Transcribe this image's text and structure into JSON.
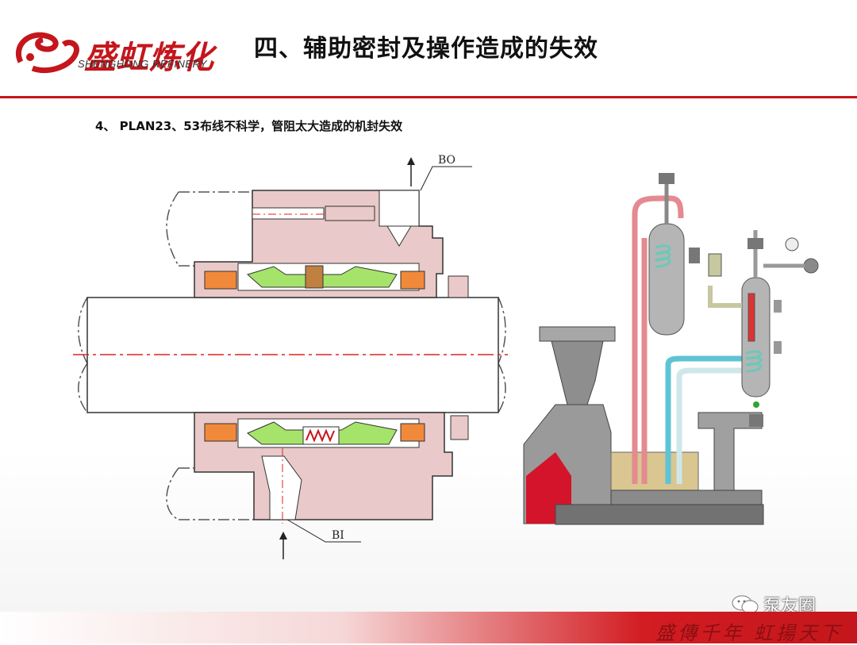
{
  "header": {
    "logo_cn": "盛虹炼化",
    "logo_en": "SHENGHONG REFINERY",
    "title": "四、辅助密封及操作造成的失效"
  },
  "content": {
    "subtitle": "4、 PLAN23、53布线不科学，管阻太大造成的机封失效",
    "labels": {
      "outlet": "BO",
      "inlet": "BI"
    }
  },
  "footer": {
    "slogan": "盛傳千年 虹揚天下",
    "watermark": "泵友圈"
  },
  "colors": {
    "brand_red": "#c4161c",
    "seal_body": "#e9c9c9",
    "seal_ring": "#a6e36b",
    "seal_orange": "#f08a3a"
  }
}
